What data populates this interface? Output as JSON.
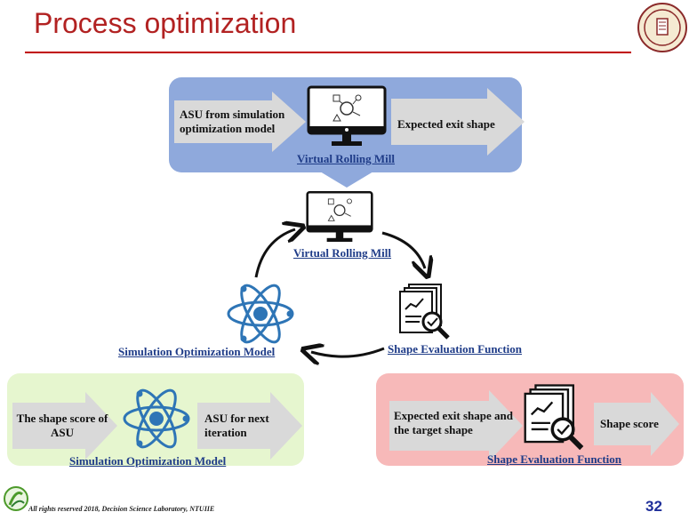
{
  "slide": {
    "title": "Process optimization",
    "page_number": "32",
    "footer": "All rights reserved 2018, Decision Science Laboratory, NTUIIE"
  },
  "top_panel": {
    "input_label": "ASU from simulation optimization model",
    "output_label": "Expected exit shape",
    "caption": "Virtual Rolling Mill",
    "color": "#8fa9dc"
  },
  "cycle": {
    "mill_label": "Virtual Rolling Mill",
    "evaluation_label": "Shape Evaluation Function",
    "optimization_label": "Simulation Optimization Model"
  },
  "left_panel": {
    "input_label": "The shape score of ASU",
    "output_label": "ASU for next iteration",
    "caption": "Simulation Optimization Model",
    "color": "#e6f6cf"
  },
  "right_panel": {
    "input_label": "Expected exit shape and the target shape",
    "output_label": "Shape score",
    "caption": "Shape Evaluation Function",
    "color": "#f7b9b9"
  },
  "colors": {
    "title": "#b22222",
    "caption": "#1f3c88",
    "atom": "#2e75b6",
    "arrow_fill": "#d9d9d9"
  },
  "icons": [
    "monitor-icon",
    "atom-icon",
    "document-search-icon",
    "university-seal-icon",
    "lab-logo-icon",
    "curved-arrow-icon"
  ]
}
